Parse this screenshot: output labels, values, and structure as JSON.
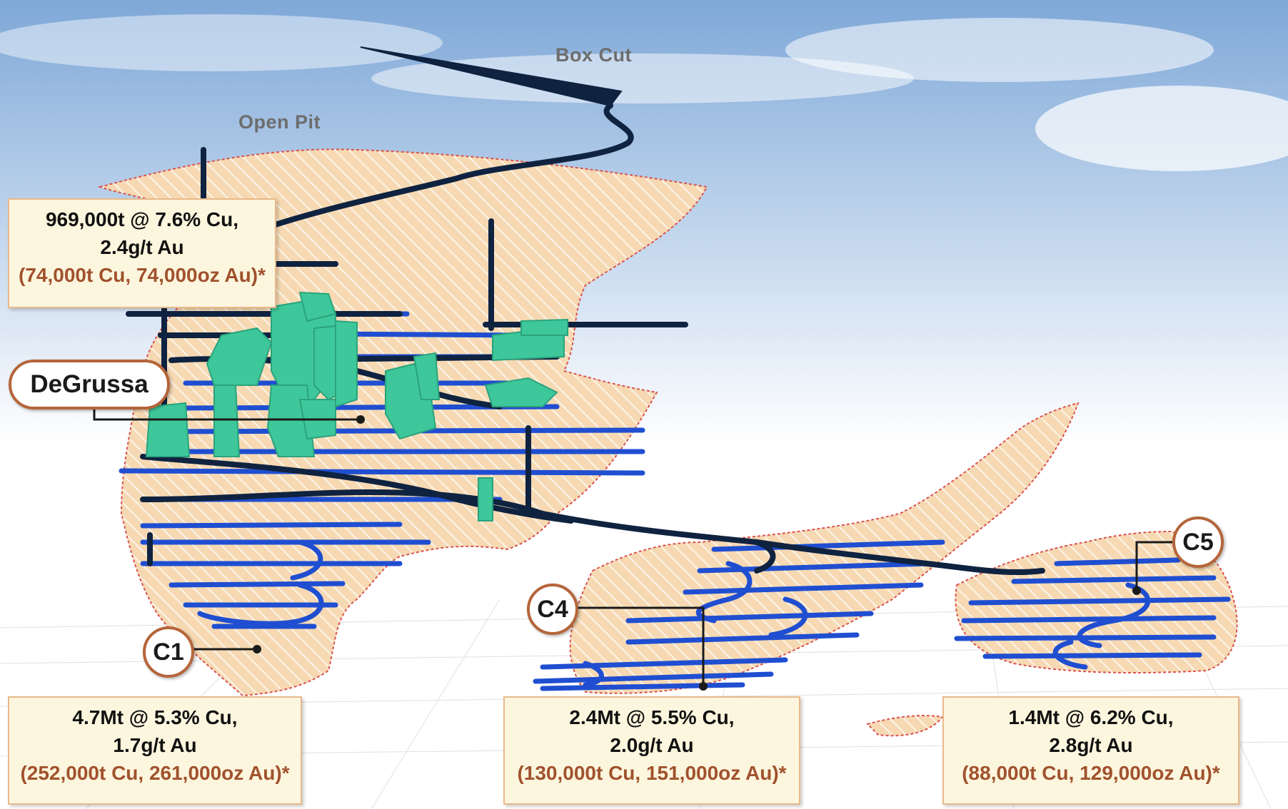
{
  "labels": {
    "box_cut": "Box Cut",
    "open_pit": "Open Pit"
  },
  "deposits": {
    "degrussa": {
      "name": "DeGrussa",
      "line1": "969,000t @ 7.6% Cu,",
      "line2": "2.4g/t Au",
      "line3": "(74,000t Cu, 74,000oz Au)*"
    },
    "c1": {
      "name": "C1",
      "line1": "4.7Mt @ 5.3% Cu,",
      "line2": "1.7g/t Au",
      "line3": "(252,000t Cu, 261,000oz Au)*"
    },
    "c4": {
      "name": "C4",
      "line1": "2.4Mt @ 5.5% Cu,",
      "line2": "2.0g/t Au",
      "line3": "(130,000t Cu, 151,000oz Au)*"
    },
    "c5": {
      "name": "C5",
      "line1": "1.4Mt @ 6.2% Cu,",
      "line2": "2.8g/t Au",
      "line3": "(88,000t Cu, 129,000oz Au)*"
    }
  },
  "colors": {
    "orebody_fill": "#f6d9b3",
    "orebody_outline": "#d9534f",
    "decline": "#0f2340",
    "development": "#1f4ed1",
    "stopes": "#3ec79a",
    "callout_border": "#b5653a",
    "tonnage_text": "#a0522d",
    "infobox_bg": "#fdf6de"
  }
}
